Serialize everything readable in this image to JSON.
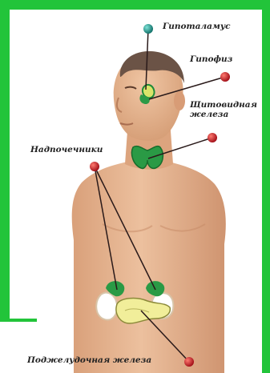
{
  "labels": {
    "hypothalamus": "Гипоталамус",
    "pituitary": "Гипофиз",
    "thyroid": "Щитовидная железа",
    "adrenals": "Надпочечники",
    "pancreas": "Поджелудочная железа"
  },
  "colors": {
    "frame": "#22c43a",
    "skin": "#e3b08a",
    "skin_shadow": "#c98e66",
    "hair": "#6b5346",
    "gland_green": "#1f8a3a",
    "pancreas": "#f1ee9a",
    "marker_red": "#b8101a",
    "marker_teal": "#0f8a80",
    "line": "#2a1a1a"
  }
}
